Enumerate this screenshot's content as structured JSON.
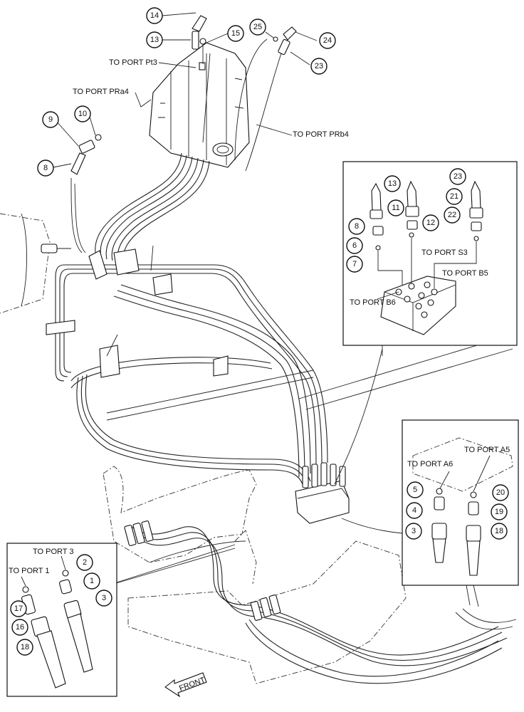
{
  "port_labels": {
    "pt3": "TO PORT Pt3",
    "pra4": "TO PORT PRa4",
    "prb4": "TO PORT PRb4",
    "s3": "TO PORT S3",
    "b5": "TO PORT B5",
    "b6": "TO PORT B6",
    "a6": "TO PORT A6",
    "a5": "TO PORT A5",
    "port3": "TO PORT 3",
    "port1": "TO PORT 1"
  },
  "front_label": "FRONT",
  "callouts": {
    "c14": "14",
    "c13": "13",
    "c15": "15",
    "c25": "25",
    "c24": "24",
    "c23": "23",
    "c10": "10",
    "c9": "9",
    "c8": "8",
    "i13": "13",
    "i23": "23",
    "i11": "11",
    "i21": "21",
    "i8": "8",
    "i12": "12",
    "i22": "22",
    "i6": "6",
    "i7": "7",
    "r5": "5",
    "r20": "20",
    "r4": "4",
    "r19": "19",
    "r3": "3",
    "r18": "18",
    "l2": "2",
    "l1": "1",
    "l3": "3",
    "l17": "17",
    "l16": "16",
    "l18": "18"
  }
}
